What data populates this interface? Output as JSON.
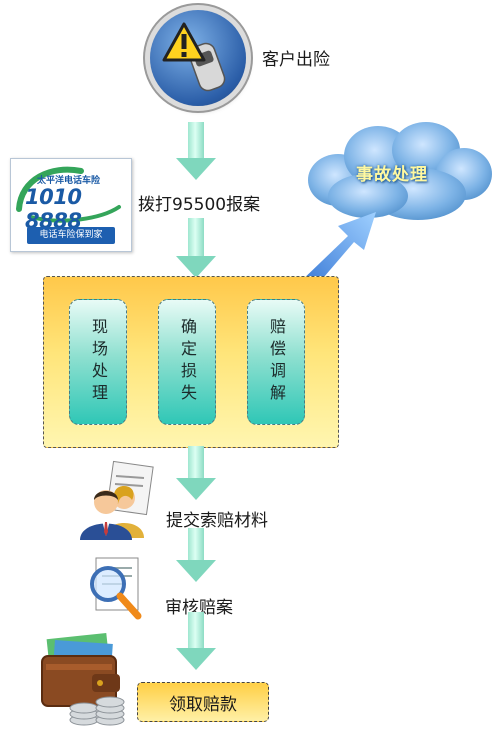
{
  "steps": {
    "report_accident": "客户出险",
    "dial_hotline": "拨打95500报案",
    "submit_materials": "提交索赔材料",
    "review_claim": "审核赔案",
    "receive_payment": "领取赔款"
  },
  "hotline_logo": {
    "top_text": "太平洋电话车险",
    "number": "1010 8888",
    "bottom_text": "电话车险保到家"
  },
  "cloud": {
    "label": "事故处理"
  },
  "group": {
    "items": [
      "现场处理",
      "确定损失",
      "赔偿调解"
    ]
  },
  "colors": {
    "arrow": "#8ddcc4",
    "group_fill": "#ffd84f",
    "pill_fill": "#3fcbb9",
    "cloud_fill": "#7fb4e6"
  },
  "icons": [
    "car-warning-icon",
    "people-document-icon",
    "magnifier-document-icon",
    "wallet-coins-icon"
  ]
}
